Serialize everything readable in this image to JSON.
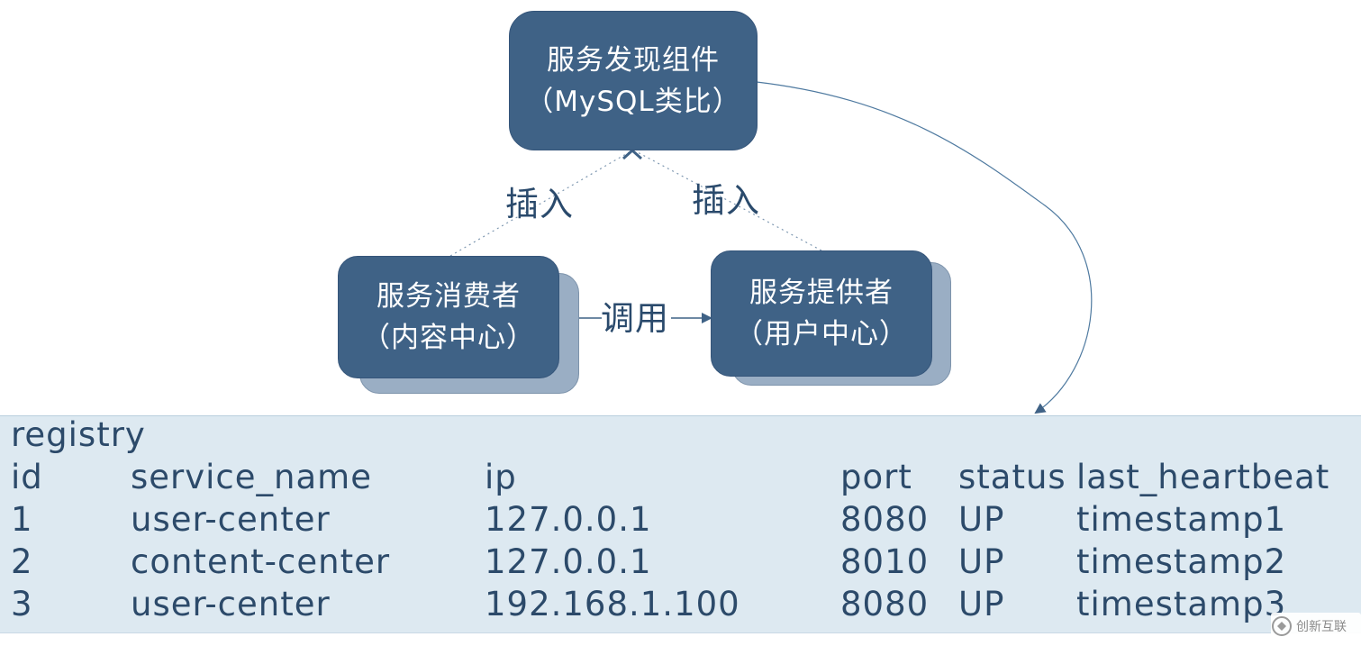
{
  "nodes": {
    "registry": {
      "line1": "服务发现组件",
      "line2": "（MySQL类比）"
    },
    "consumer": {
      "line1": "服务消费者",
      "line2": "（内容中心）"
    },
    "provider": {
      "line1": "服务提供者",
      "line2": "（用户中心）"
    }
  },
  "edges": {
    "consumer_insert": "插入",
    "provider_insert": "插入",
    "invoke": "调用"
  },
  "table": {
    "name": "registry",
    "columns": [
      "id",
      "service_name",
      "ip",
      "port",
      "status",
      "last_heartbeat"
    ],
    "rows": [
      [
        "1",
        "user-center",
        "127.0.0.1",
        "8080",
        "UP",
        "timestamp1"
      ],
      [
        "2",
        "content-center",
        "127.0.0.1",
        "8010",
        "UP",
        "timestamp2"
      ],
      [
        "3",
        "user-center",
        "192.168.1.100",
        "8080",
        "UP",
        "timestamp3"
      ]
    ]
  },
  "watermark": {
    "text": "创新互联"
  },
  "colors": {
    "node_fill": "#3f6286",
    "node_shadow": "#9aaec4",
    "text_dark_blue": "#2c4a6a",
    "table_bg": "#dde9f1"
  }
}
